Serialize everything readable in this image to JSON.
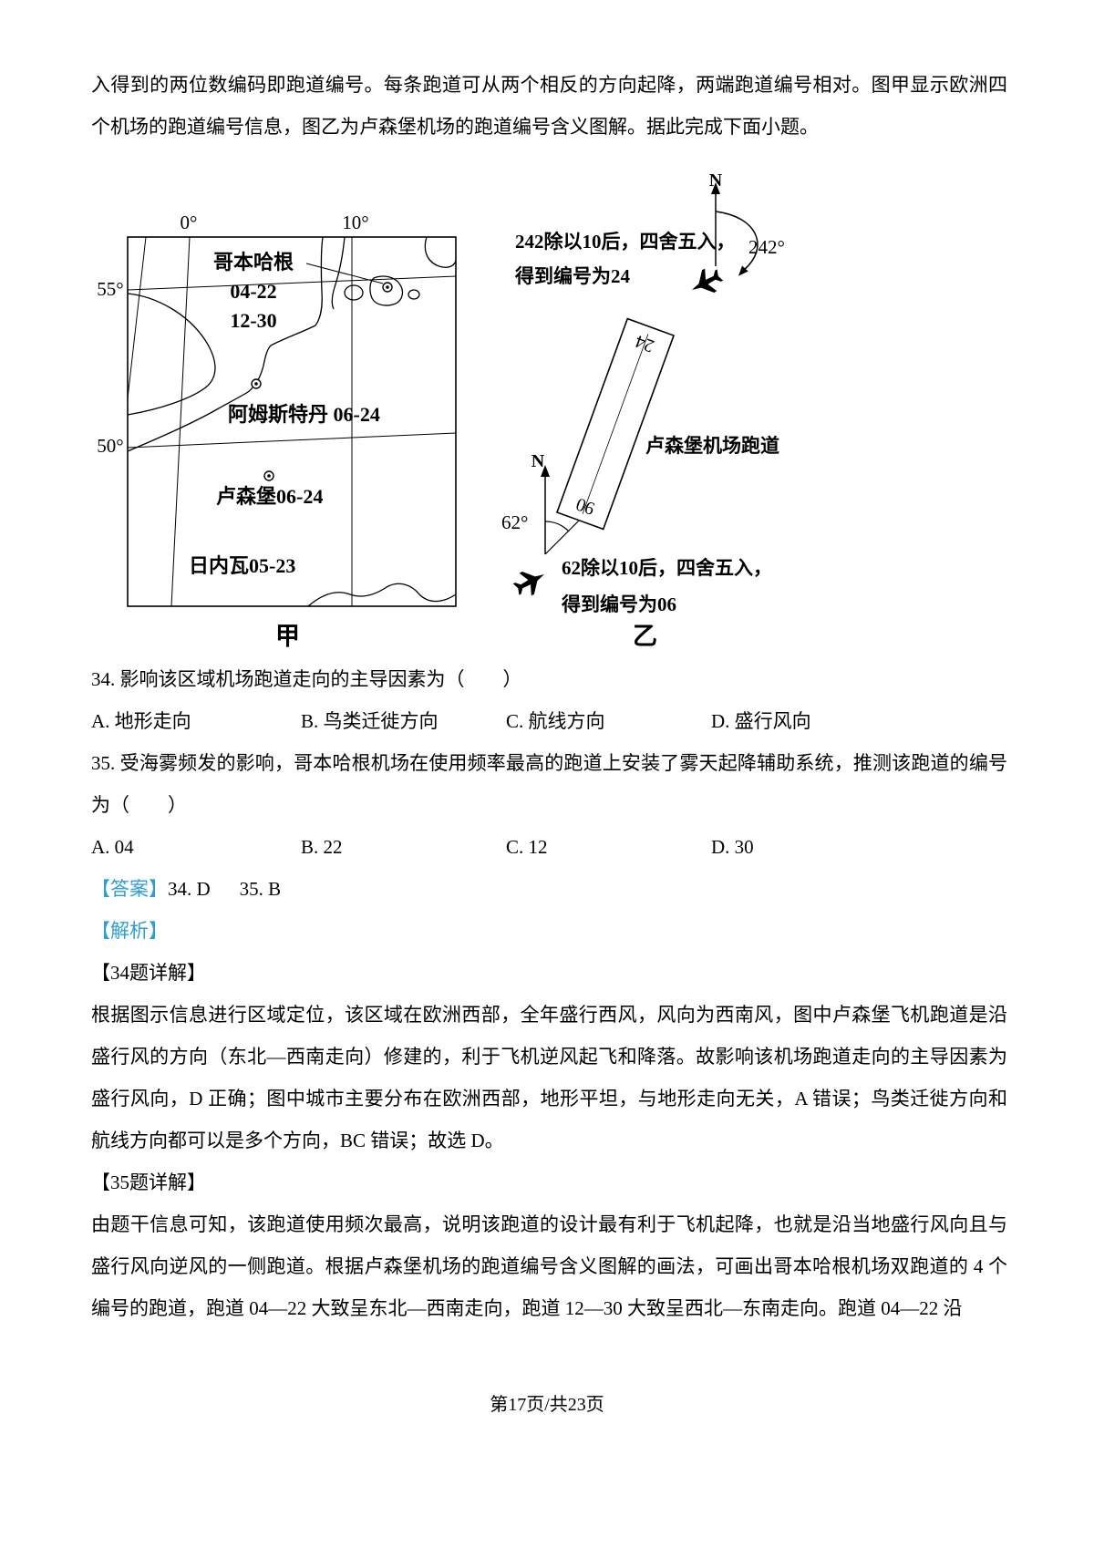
{
  "colors": {
    "accent": "#2e9fd6"
  },
  "intro": {
    "text": "入得到的两位数编码即跑道编号。每条跑道可从两个相反的方向起降，两端跑道编号相对。图甲显示欧洲四个机场的跑道编号信息，图乙为卢森堡机场的跑道编号含义图解。据此完成下面小题。"
  },
  "map": {
    "lon0": "0°",
    "lon10": "10°",
    "lat55": "55°",
    "lat50": "50°",
    "copenhagen_name": "哥本哈根",
    "copenhagen_rwy1": "04-22",
    "copenhagen_rwy2": "12-30",
    "amsterdam": "阿姆斯特丹 06-24",
    "luxembourg": "卢森堡06-24",
    "geneva": "日内瓦05-23",
    "caption": "甲"
  },
  "diagram": {
    "north_top": "N",
    "north_bottom": "N",
    "top_note_1": "242除以10后，四舍五入，",
    "top_note_2": "得到编号为24",
    "top_angle": "242°",
    "runway_label": "卢森堡机场跑道",
    "runway_end_top": "24",
    "runway_end_bottom": "06",
    "bottom_angle": "62°",
    "bottom_note_1": "62除以10后，四舍五入，",
    "bottom_note_2": "得到编号为06",
    "caption": "乙"
  },
  "q34": {
    "stem": "34. 影响该区域机场跑道走向的主导因素为（　　）",
    "options": {
      "a": "A. 地形走向",
      "b": "B. 鸟类迁徙方向",
      "c": "C. 航线方向",
      "d": "D. 盛行风向"
    }
  },
  "q35": {
    "stem": "35. 受海雾频发的影响，哥本哈根机场在使用频率最高的跑道上安装了雾天起降辅助系统，推测该跑道的编号为（　　）",
    "options": {
      "a": "A. 04",
      "b": "B. 22",
      "c": "C. 12",
      "d": "D. 30"
    }
  },
  "answer": {
    "label": "【答案】",
    "a34": "34. D",
    "a35": "35. B"
  },
  "analysis_label": "【解析】",
  "exp34": {
    "heading": "【34题详解】",
    "body": "根据图示信息进行区域定位，该区域在欧洲西部，全年盛行西风，风向为西南风，图中卢森堡飞机跑道是沿盛行风的方向（东北—西南走向）修建的，利于飞机逆风起飞和降落。故影响该机场跑道走向的主导因素为盛行风向，D 正确；图中城市主要分布在欧洲西部，地形平坦，与地形走向无关，A 错误；鸟类迁徙方向和航线方向都可以是多个方向，BC 错误；故选 D。"
  },
  "exp35": {
    "heading": "【35题详解】",
    "body": "由题干信息可知，该跑道使用频次最高，说明该跑道的设计最有利于飞机起降，也就是沿当地盛行风向且与盛行风向逆风的一侧跑道。根据卢森堡机场的跑道编号含义图解的画法，可画出哥本哈根机场双跑道的 4 个编号的跑道，跑道 04—22 大致呈东北—西南走向，跑道 12—30 大致呈西北—东南走向。跑道 04—22 沿"
  },
  "footer": "第17页/共23页"
}
